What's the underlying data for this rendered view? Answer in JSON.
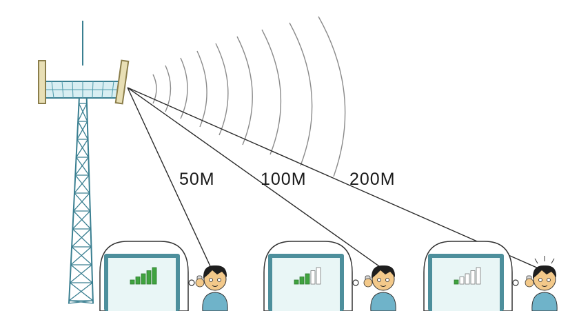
{
  "distances": [
    {
      "label": "50M",
      "signal_bars_active": 5
    },
    {
      "label": "100M",
      "signal_bars_active": 3
    },
    {
      "label": "200M",
      "signal_bars_active": 1
    }
  ],
  "signal_bars_total": 5,
  "colors": {
    "line": "#2b2b2b",
    "tower": "#3a7f91",
    "bar_active": "#3fa33f",
    "bar_inactive": "#ffffff",
    "monitor_frame": "#4d8f9c",
    "screen": "#e9f6f6",
    "skin": "#f3c98a",
    "hair": "#1e1e1e",
    "shirt": "#6fb3c9"
  },
  "icons": [
    "cell-tower-icon",
    "radio-wave-icon",
    "phone-screen-icon",
    "person-icon"
  ]
}
